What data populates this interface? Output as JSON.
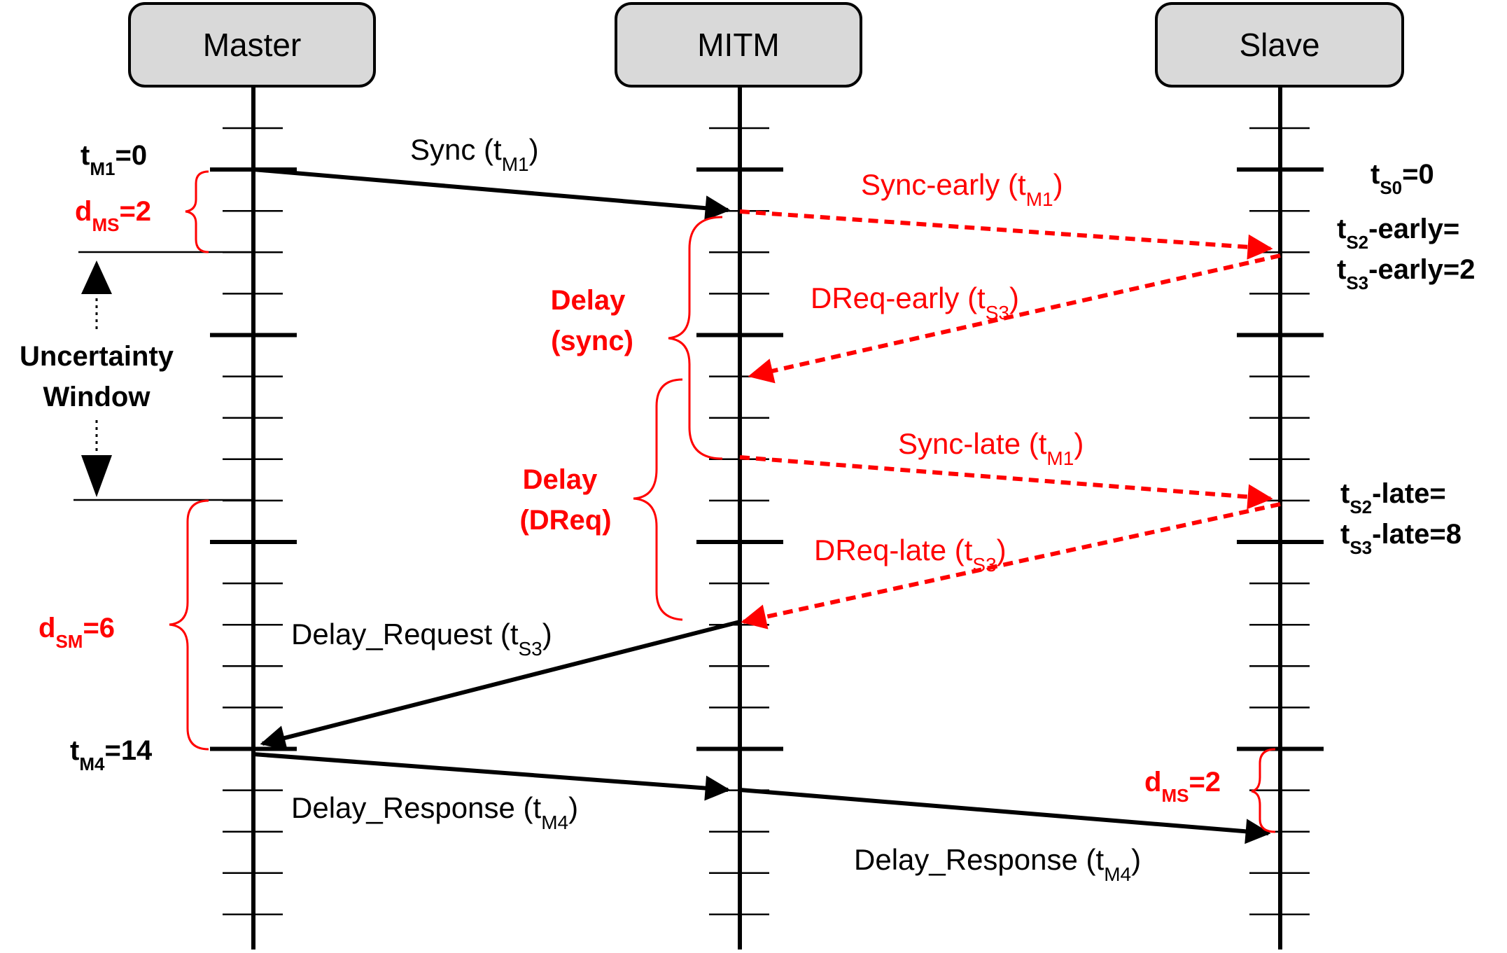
{
  "participants": {
    "master": "Master",
    "mitm": "MITM",
    "slave": "Slave"
  },
  "messages": {
    "sync": {
      "text": "Sync (t",
      "sub": "M1",
      "close": ")"
    },
    "sync_early": {
      "text": "Sync-early (t",
      "sub": "M1",
      "close": ")"
    },
    "dreq_early": {
      "text": "DReq-early (t",
      "sub": "S3",
      "close": ")"
    },
    "sync_late": {
      "text": "Sync-late (t",
      "sub": "M1",
      "close": ")"
    },
    "dreq_late": {
      "text": "DReq-late (t",
      "sub": "S3",
      "close": ")"
    },
    "delay_request": {
      "text": "Delay_Request (t",
      "sub": "S3",
      "close": ")"
    },
    "delay_response_1": {
      "text": "Delay_Response (t",
      "sub": "M4",
      "close": ")"
    },
    "delay_response_2": {
      "text": "Delay_Response (t",
      "sub": "M4",
      "close": ")"
    }
  },
  "timestamps": {
    "tm1": {
      "base": "t",
      "sub": "M1",
      "rest": "=0"
    },
    "tm4": {
      "base": "t",
      "sub": "M4",
      "rest": "=14"
    },
    "ts0": {
      "base": "t",
      "sub": "S0",
      "rest": "=0"
    },
    "ts2_early_a": {
      "base": "t",
      "sub": "S2",
      "rest": "-early="
    },
    "ts3_early_b": {
      "base": "t",
      "sub": "S3",
      "rest": "-early=2"
    },
    "ts2_late_a": {
      "base": "t",
      "sub": "S2",
      "rest": "-late="
    },
    "ts3_late_b": {
      "base": "t",
      "sub": "S3",
      "rest": "-late=8"
    }
  },
  "annotations": {
    "dms_left": {
      "base": "d",
      "sub": "MS",
      "rest": "=2"
    },
    "dsm_left": {
      "base": "d",
      "sub": "SM",
      "rest": "=6"
    },
    "dms_right": {
      "base": "d",
      "sub": "MS",
      "rest": "=2"
    },
    "uncertainty_line1": "Uncertainty",
    "uncertainty_line2": "Window",
    "delay_sync_line1": "Delay",
    "delay_sync_line2": "(sync)",
    "delay_dreq_line1": "Delay",
    "delay_dreq_line2": "(DReq)"
  },
  "colors": {
    "attack": "#ff0000",
    "normal": "#000000",
    "header_fill": "#d9d9d9"
  }
}
